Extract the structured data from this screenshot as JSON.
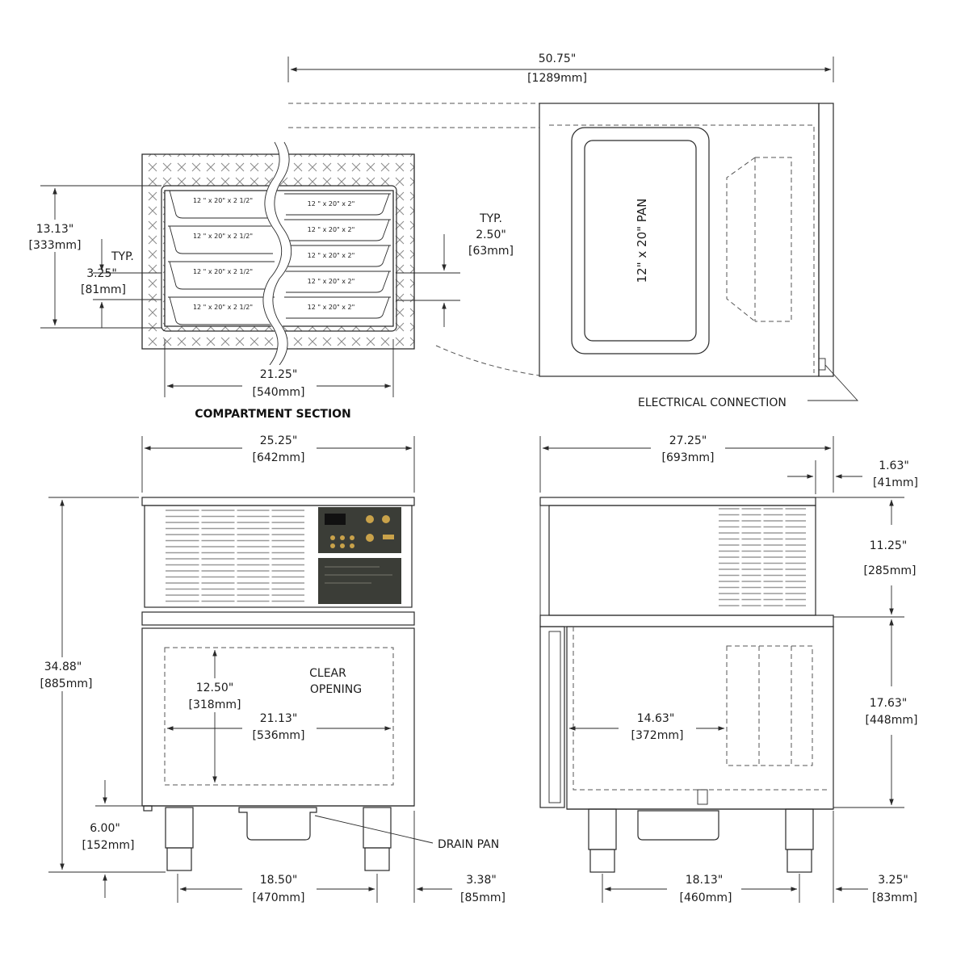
{
  "colors": {
    "line": "#2a2a2a",
    "panel": "#3b3d37",
    "control_accent": "#c9a24a",
    "insulation": "#cfcfcf"
  },
  "top_view": {
    "overall_width": {
      "in": "50.75\"",
      "mm": "[1289mm]"
    },
    "pan_label": "12\" x 20\" PAN",
    "electrical": "ELECTRICAL CONNECTION"
  },
  "compartment_section": {
    "title": "COMPARTMENT SECTION",
    "height": {
      "in": "13.13\"",
      "mm": "[333mm]"
    },
    "spacing": {
      "typ": "TYP.",
      "in": "3.25\"",
      "mm": "[81mm]"
    },
    "right_spacing": {
      "typ": "TYP.",
      "in": "2.50\"",
      "mm": "[63mm]"
    },
    "width": {
      "in": "21.25\"",
      "mm": "[540mm]"
    },
    "pans_left": [
      "12 \" x 20\" x 2 1/2\"",
      "12 \" x 20\" x 2 1/2\"",
      "12 \" x 20\" x 2 1/2\"",
      "12 \" x 20\" x 2 1/2\""
    ],
    "pans_right": [
      "12 \" x 20\" x 2\"",
      "12 \" x 20\" x 2\"",
      "12 \" x 20\" x 2\"",
      "12 \" x 20\" x 2\"",
      "12 \" x 20\" x 2\""
    ]
  },
  "front_view": {
    "width": {
      "in": "25.25\"",
      "mm": "[642mm]"
    },
    "height": {
      "in": "34.88\"",
      "mm": "[885mm]"
    },
    "opening_height": {
      "in": "12.50\"",
      "mm": "[318mm]"
    },
    "opening_width": {
      "in": "21.13\"",
      "mm": "[536mm]"
    },
    "clear_opening": [
      "CLEAR",
      "OPENING"
    ],
    "leg_height": {
      "in": "6.00\"",
      "mm": "[152mm]"
    },
    "leg_spacing": {
      "in": "18.50\"",
      "mm": "[470mm]"
    },
    "leg_offset": {
      "in": "3.38\"",
      "mm": "[85mm]"
    },
    "drain_pan": "DRAIN PAN"
  },
  "side_view": {
    "depth": {
      "in": "27.25\"",
      "mm": "[693mm]"
    },
    "overhang": {
      "in": "1.63\"",
      "mm": "[41mm]"
    },
    "upper_height": {
      "in": "11.25\"",
      "mm": "[285mm]"
    },
    "lower_height": {
      "in": "17.63\"",
      "mm": "[448mm]"
    },
    "interior_depth": {
      "in": "14.63\"",
      "mm": "[372mm]"
    },
    "leg_spacing": {
      "in": "18.13\"",
      "mm": "[460mm]"
    },
    "leg_offset": {
      "in": "3.25\"",
      "mm": "[83mm]"
    }
  }
}
